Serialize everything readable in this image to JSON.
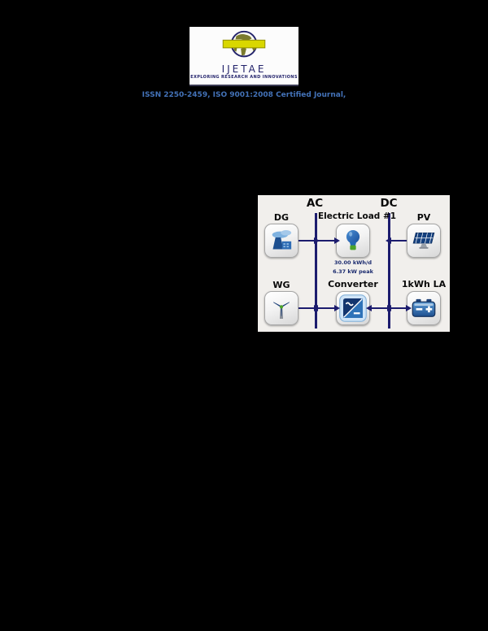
{
  "header": {
    "logo": {
      "title": "IJETAE",
      "subtitle": "EXPLORING RESEARCH AND INNOVATIONS"
    },
    "issn_line": "ISSN 2250-2459, ISO 9001:2008 Certified Journal,"
  },
  "figure": {
    "type": "microgrid-schematic",
    "bus_labels": {
      "ac": "AC",
      "dc": "DC"
    },
    "nodes": [
      {
        "id": "dg",
        "label": "DG",
        "bus": "AC"
      },
      {
        "id": "electric-load",
        "label": "Electric Load #1",
        "bus": "AC",
        "detail_1": "30.00 kWh/d",
        "detail_2": "6.37 kW peak"
      },
      {
        "id": "pv",
        "label": "PV",
        "bus": "DC"
      },
      {
        "id": "wg",
        "label": "WG",
        "bus": "AC"
      },
      {
        "id": "converter",
        "label": "Converter",
        "bus": "AC-DC"
      },
      {
        "id": "battery",
        "label": "1kWh LA",
        "bus": "DC"
      }
    ],
    "colors": {
      "panel_bg": "#f1efec",
      "bus_line": "#1c1c6e",
      "issn_blue": "#4372b8",
      "icon_blue": "#2468b4",
      "icon_dark_blue": "#163f7a",
      "green": "#4ca32a",
      "logo_navy": "#23236b",
      "logo_yellow": "#d9d700",
      "page_bg": "#000000"
    }
  }
}
